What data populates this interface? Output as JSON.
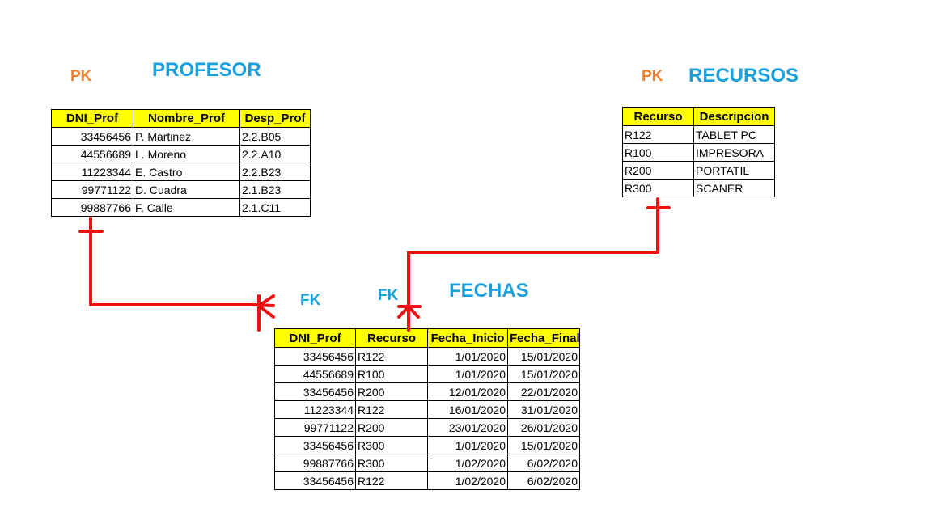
{
  "colors": {
    "title": "#1aa0dc",
    "pk": "#f08030",
    "fk": "#1aa0dc",
    "header_bg": "#ffff00",
    "line": "#ee1111"
  },
  "profesor": {
    "title": "PROFESOR",
    "key_label": "PK",
    "headers": [
      "DNI_Prof",
      "Nombre_Prof",
      "Desp_Prof"
    ],
    "rows": [
      [
        "33456456",
        "P. Martinez",
        "2.2.B05"
      ],
      [
        "44556689",
        "L. Moreno",
        "2.2.A10"
      ],
      [
        "11223344",
        "E. Castro",
        "2.2.B23"
      ],
      [
        "99771122",
        "D. Cuadra",
        "2.1.B23"
      ],
      [
        "99887766",
        "F. Calle",
        "2.1.C11"
      ]
    ]
  },
  "recursos": {
    "title": "RECURSOS",
    "key_label": "PK",
    "headers": [
      "Recurso",
      "Descripcion"
    ],
    "rows": [
      [
        "R122",
        "TABLET PC"
      ],
      [
        "R100",
        "IMPRESORA"
      ],
      [
        "R200",
        "PORTATIL"
      ],
      [
        "R300",
        "SCANER"
      ]
    ]
  },
  "fechas": {
    "title": "FECHAS",
    "fk_labels": [
      "FK",
      "FK"
    ],
    "headers": [
      "DNI_Prof",
      "Recurso",
      "Fecha_Inicio",
      "Fecha_Final"
    ],
    "rows": [
      [
        "33456456",
        "R122",
        "1/01/2020",
        "15/01/2020"
      ],
      [
        "44556689",
        "R100",
        "1/01/2020",
        "15/01/2020"
      ],
      [
        "33456456",
        "R200",
        "12/01/2020",
        "22/01/2020"
      ],
      [
        "11223344",
        "R122",
        "16/01/2020",
        "31/01/2020"
      ],
      [
        "99771122",
        "R200",
        "23/01/2020",
        "26/01/2020"
      ],
      [
        "33456456",
        "R300",
        "1/01/2020",
        "15/01/2020"
      ],
      [
        "99887766",
        "R300",
        "1/02/2020",
        "6/02/2020"
      ],
      [
        "33456456",
        "R122",
        "1/02/2020",
        "6/02/2020"
      ]
    ]
  }
}
